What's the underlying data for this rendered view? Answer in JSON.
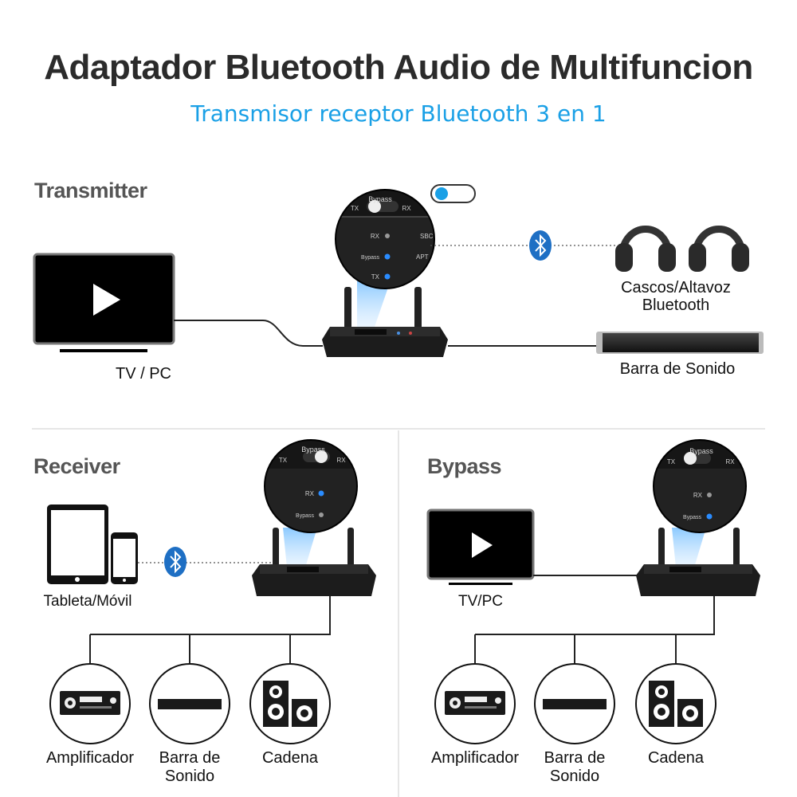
{
  "header": {
    "title": "Adaptador Bluetooth Audio de Multifuncion",
    "subtitle": "Transmisor receptor Bluetooth 3 en 1"
  },
  "transmitter": {
    "heading": "Transmitter",
    "source_label": "TV / PC",
    "headphones_label_1": "Cascos/Altavoz",
    "headphones_label_2": "Bluetooth",
    "soundbar_label": "Barra de Sonido",
    "zoom": {
      "switch_title": "Bypass",
      "switch_left": "TX",
      "switch_right": "RX",
      "led_rx": "RX",
      "led_bypass": "Bypass",
      "led_tx": "TX",
      "side_1": "SBC",
      "side_2": "APT"
    }
  },
  "receiver": {
    "heading": "Receiver",
    "source_label": "Tableta/Móvil",
    "zoom": {
      "switch_title": "Bypass",
      "switch_left": "TX",
      "switch_right": "RX",
      "led_rx": "RX",
      "led_bypass": "Bypass"
    },
    "outputs": [
      {
        "label_1": "Amplificador",
        "label_2": ""
      },
      {
        "label_1": "Barra de",
        "label_2": "Sonido"
      },
      {
        "label_1": "Cadena",
        "label_2": ""
      }
    ]
  },
  "bypass": {
    "heading": "Bypass",
    "source_label": "TV/PC",
    "zoom": {
      "switch_title": "Bypass",
      "switch_left": "TX",
      "switch_right": "RX",
      "led_rx": "RX",
      "led_bypass": "Bypass"
    },
    "outputs": [
      {
        "label_1": "Amplificador",
        "label_2": ""
      },
      {
        "label_1": "Barra de",
        "label_2": "Sonido"
      },
      {
        "label_1": "Cadena",
        "label_2": ""
      }
    ]
  },
  "colors": {
    "accent": "#1aa0e6",
    "bluetooth": "#1e6fc4",
    "device": "#1c1c1c"
  }
}
